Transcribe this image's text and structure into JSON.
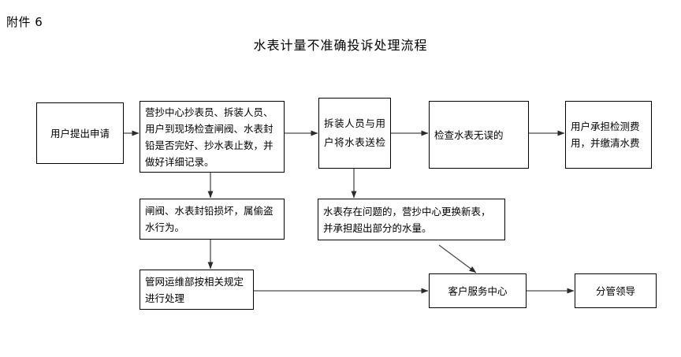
{
  "document": {
    "attachment_label": "附件 6",
    "title": "水表计量不准确投诉处理流程"
  },
  "flowchart": {
    "type": "flowchart",
    "orientation": "left-to-right",
    "nodes": [
      {
        "id": "n1",
        "label": "用户提出申请",
        "align": "center"
      },
      {
        "id": "n2",
        "label": "营抄中心抄表员、拆装人员、用户到现场检查闸阀、水表封铅是否完好、抄水表止数，并做好详细记录。",
        "align": "left"
      },
      {
        "id": "n3",
        "label": "拆装人员与用户将水表送检",
        "align": "justify"
      },
      {
        "id": "n4",
        "label": "检查水表无误的",
        "align": "left"
      },
      {
        "id": "n5",
        "label": "用户承担检测费用，并缴清水费",
        "align": "left"
      },
      {
        "id": "n6",
        "label": "闸阀、水表封铅损坏，属偷盗水行为。",
        "align": "left"
      },
      {
        "id": "n7",
        "label": "水表存在问题的，营抄中心更换新表，并承担超出部分的水量。",
        "align": "left"
      },
      {
        "id": "n8",
        "label": "管网运维部按相关规定进行处理",
        "align": "left"
      },
      {
        "id": "n9",
        "label": "客户服务中心",
        "align": "center"
      },
      {
        "id": "n10",
        "label": "分管领导",
        "align": "center"
      }
    ],
    "edges": [
      {
        "from": "n1",
        "to": "n2",
        "direction": "right"
      },
      {
        "from": "n2",
        "to": "n3",
        "direction": "right"
      },
      {
        "from": "n3",
        "to": "n4",
        "direction": "right"
      },
      {
        "from": "n4",
        "to": "n5",
        "direction": "right"
      },
      {
        "from": "n2",
        "to": "n6",
        "direction": "down"
      },
      {
        "from": "n6",
        "to": "n8",
        "direction": "down"
      },
      {
        "from": "n3",
        "to": "n7",
        "direction": "down"
      },
      {
        "from": "n8",
        "to": "n9",
        "direction": "right"
      },
      {
        "from": "n7",
        "to": "n9",
        "direction": "diagonal-down-right"
      },
      {
        "from": "n9",
        "to": "n10",
        "direction": "right"
      }
    ],
    "style": {
      "line_color": "#3f3f3f",
      "box_border_color": "#000000",
      "background": "#ffffff",
      "text_color": "#000000"
    }
  }
}
